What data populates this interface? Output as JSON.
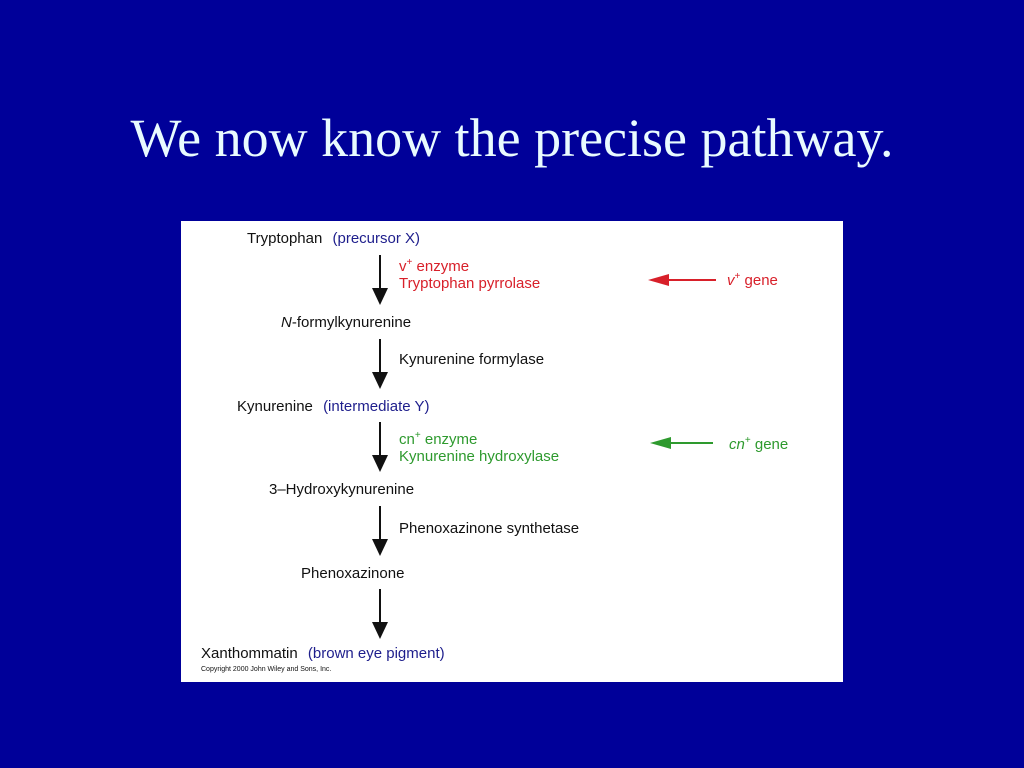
{
  "slide": {
    "title": "We now know the precise pathway."
  },
  "pathway": {
    "steps": [
      {
        "name": "Tryptophan",
        "note": "(precursor X)"
      },
      {
        "name_italic": "N",
        "name": "-formylkynurenine"
      },
      {
        "name": "Kynurenine",
        "note": "(intermediate Y)"
      },
      {
        "name": "3–Hydroxykynurenine"
      },
      {
        "name": "Phenoxazinone"
      },
      {
        "name": "Xanthommatin",
        "note": "(brown eye pigment)"
      }
    ],
    "enzymes": [
      {
        "line1_base": "v",
        "line1_sup": "+",
        "line1_rest": " enzyme",
        "line2": "Tryptophan pyrrolase",
        "color": "#d8202a"
      },
      {
        "line1": "Kynurenine formylase",
        "color": "#111111"
      },
      {
        "line1_base": "cn",
        "line1_sup": "+",
        "line1_rest": " enzyme",
        "line2": "Kynurenine hydroxylase",
        "color": "#2e9a2e"
      },
      {
        "line1": "Phenoxazinone synthetase",
        "color": "#111111"
      }
    ],
    "genes": [
      {
        "base": "v",
        "sup": "+",
        "rest": " gene",
        "color": "#d8202a"
      },
      {
        "base": "cn",
        "sup": "+",
        "rest": " gene",
        "color": "#2e9a2e"
      }
    ],
    "note_color": "#1e1e8c",
    "copyright": "Copyright 2000 John Wiley and Sons, Inc."
  }
}
